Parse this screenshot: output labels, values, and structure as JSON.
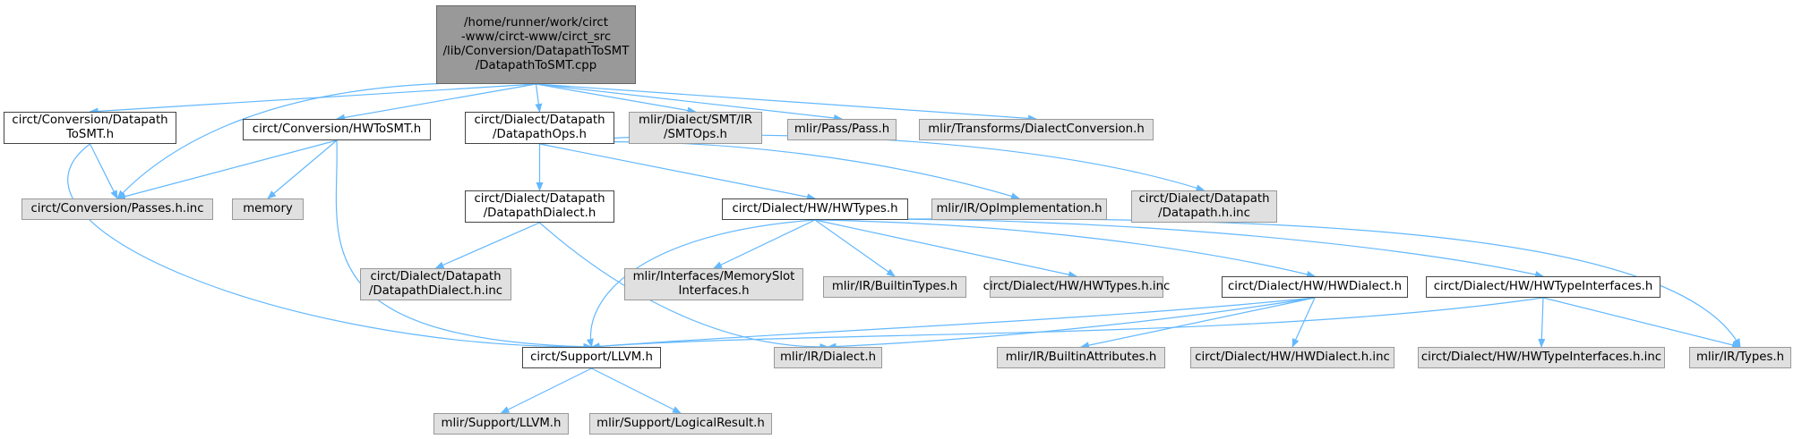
{
  "colors": {
    "edge": "#63b8ff",
    "main_fill": "#999999",
    "doc_fill": "#ffffff",
    "ext_fill": "#e0e0e0"
  },
  "nodes": [
    {
      "id": "main",
      "kind": "main",
      "lines": [
        "/home/runner/work/circt",
        "-www/circt-www/circt_src",
        "/lib/Conversion/DatapathToSMT",
        "/DatapathToSMT.cpp"
      ]
    },
    {
      "id": "conv_dt",
      "kind": "doc",
      "lines": [
        "circt/Conversion/Datapath",
        "ToSMT.h"
      ]
    },
    {
      "id": "hwtosmt",
      "kind": "doc",
      "lines": [
        "circt/Conversion/HWToSMT.h"
      ]
    },
    {
      "id": "dpops",
      "kind": "doc",
      "lines": [
        "circt/Dialect/Datapath",
        "/DatapathOps.h"
      ]
    },
    {
      "id": "smtops",
      "kind": "ext",
      "lines": [
        "mlir/Dialect/SMT/IR",
        "/SMTOps.h"
      ]
    },
    {
      "id": "pass",
      "kind": "ext",
      "lines": [
        "mlir/Pass/Pass.h"
      ]
    },
    {
      "id": "dconv",
      "kind": "ext",
      "lines": [
        "mlir/Transforms/DialectConversion.h"
      ]
    },
    {
      "id": "passesinc",
      "kind": "ext",
      "lines": [
        "circt/Conversion/Passes.h.inc"
      ]
    },
    {
      "id": "memory",
      "kind": "ext",
      "lines": [
        "memory"
      ]
    },
    {
      "id": "dpdialect",
      "kind": "doc",
      "lines": [
        "circt/Dialect/Datapath",
        "/DatapathDialect.h"
      ]
    },
    {
      "id": "hwtypes",
      "kind": "doc",
      "lines": [
        "circt/Dialect/HW/HWTypes.h"
      ]
    },
    {
      "id": "opimpl",
      "kind": "ext",
      "lines": [
        "mlir/IR/OpImplementation.h"
      ]
    },
    {
      "id": "dpinc",
      "kind": "ext",
      "lines": [
        "circt/Dialect/Datapath",
        "/Datapath.h.inc"
      ]
    },
    {
      "id": "dpdialinc",
      "kind": "ext",
      "lines": [
        "circt/Dialect/Datapath",
        "/DatapathDialect.h.inc"
      ]
    },
    {
      "id": "memslot",
      "kind": "ext",
      "lines": [
        "mlir/Interfaces/MemorySlot",
        "Interfaces.h"
      ]
    },
    {
      "id": "builtintypes",
      "kind": "ext",
      "lines": [
        "mlir/IR/BuiltinTypes.h"
      ]
    },
    {
      "id": "hwtypesinc",
      "kind": "ext",
      "lines": [
        "circt/Dialect/HW/HWTypes.h.inc"
      ]
    },
    {
      "id": "hwdialect",
      "kind": "doc",
      "lines": [
        "circt/Dialect/HW/HWDialect.h"
      ]
    },
    {
      "id": "hwtypeif",
      "kind": "doc",
      "lines": [
        "circt/Dialect/HW/HWTypeInterfaces.h"
      ]
    },
    {
      "id": "llvm",
      "kind": "doc",
      "lines": [
        "circt/Support/LLVM.h"
      ]
    },
    {
      "id": "irdialect",
      "kind": "ext",
      "lines": [
        "mlir/IR/Dialect.h"
      ]
    },
    {
      "id": "builtinattr",
      "kind": "ext",
      "lines": [
        "mlir/IR/BuiltinAttributes.h"
      ]
    },
    {
      "id": "hwdialinc",
      "kind": "ext",
      "lines": [
        "circt/Dialect/HW/HWDialect.h.inc"
      ]
    },
    {
      "id": "hwtypeifinc",
      "kind": "ext",
      "lines": [
        "circt/Dialect/HW/HWTypeInterfaces.h.inc"
      ]
    },
    {
      "id": "irtypes",
      "kind": "ext",
      "lines": [
        "mlir/IR/Types.h"
      ]
    },
    {
      "id": "mlirllvm",
      "kind": "ext",
      "lines": [
        "mlir/Support/LLVM.h"
      ]
    },
    {
      "id": "logicres",
      "kind": "ext",
      "lines": [
        "mlir/Support/LogicalResult.h"
      ]
    }
  ],
  "edges": [
    [
      "main",
      "conv_dt"
    ],
    [
      "main",
      "passesinc"
    ],
    [
      "main",
      "hwtosmt"
    ],
    [
      "main",
      "dpops"
    ],
    [
      "main",
      "smtops"
    ],
    [
      "main",
      "pass"
    ],
    [
      "main",
      "dconv"
    ],
    [
      "conv_dt",
      "passesinc"
    ],
    [
      "conv_dt",
      "llvm"
    ],
    [
      "hwtosmt",
      "passesinc"
    ],
    [
      "hwtosmt",
      "memory"
    ],
    [
      "hwtosmt",
      "llvm"
    ],
    [
      "dpops",
      "dpdialect"
    ],
    [
      "dpops",
      "hwtypes"
    ],
    [
      "dpops",
      "opimpl"
    ],
    [
      "dpops",
      "dpinc"
    ],
    [
      "dpdialect",
      "dpdialinc"
    ],
    [
      "dpdialect",
      "irdialect"
    ],
    [
      "hwtypes",
      "llvm"
    ],
    [
      "hwtypes",
      "memslot"
    ],
    [
      "hwtypes",
      "builtintypes"
    ],
    [
      "hwtypes",
      "hwtypesinc"
    ],
    [
      "hwtypes",
      "hwdialect"
    ],
    [
      "hwtypes",
      "hwtypeif"
    ],
    [
      "hwtypes",
      "irtypes"
    ],
    [
      "hwdialect",
      "llvm"
    ],
    [
      "hwdialect",
      "irdialect"
    ],
    [
      "hwdialect",
      "builtinattr"
    ],
    [
      "hwdialect",
      "hwdialinc"
    ],
    [
      "hwtypeif",
      "llvm"
    ],
    [
      "hwtypeif",
      "hwtypeifinc"
    ],
    [
      "hwtypeif",
      "irtypes"
    ],
    [
      "llvm",
      "mlirllvm"
    ],
    [
      "llvm",
      "logicres"
    ]
  ]
}
